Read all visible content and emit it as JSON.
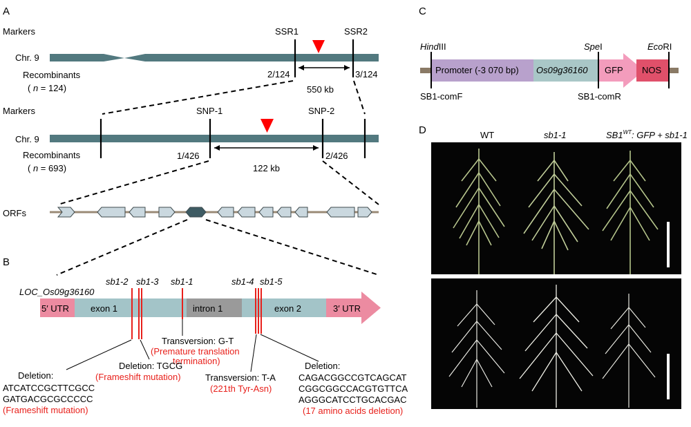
{
  "panels": {
    "a": "A",
    "b": "B",
    "c": "C",
    "d": "D"
  },
  "panel_a": {
    "markers_label": "Markers",
    "chr_label": "Chr. 9",
    "recombinants_label": "Recombinants",
    "n_prefix": "( ",
    "n_italic": "n",
    "n1_suffix": " = 124)",
    "n2_suffix": " = 693)",
    "ssr1": "SSR1",
    "ssr2": "SSR2",
    "ssr1_count": "2/124",
    "ssr2_count": "3/124",
    "dist1": "550 kb",
    "snp1": "SNP-1",
    "snp2": "SNP-2",
    "snp1_count": "1/426",
    "snp2_count": "2/426",
    "dist2": "122 kb",
    "orfs_label": "ORFs"
  },
  "panel_b": {
    "gene_name": "LOC_Os09g36160",
    "utr5": "5′ UTR",
    "exon1": "exon 1",
    "intron1": "intron 1",
    "exon2": "exon 2",
    "utr3": "3′ UTR",
    "alleles": [
      "sb1-2",
      "sb1-3",
      "sb1-1",
      "sb1-4",
      "sb1-5"
    ],
    "m1_title": "Deletion:",
    "m1_seq1": "ATCATCCGCTTCGCC",
    "m1_seq2": "GATGACGCGCCCCC",
    "m1_effect": "(Frameshift mutation)",
    "m2_title": "Deletion: TGCG",
    "m2_effect": "(Frameshift mutation)",
    "m3_title": "Transversion: G-T",
    "m3_effect1": "(Premature translation",
    "m3_effect2": "termination)",
    "m4_title": "Transversion: T-A",
    "m4_effect": "(221th Tyr-Asn)",
    "m5_title": "Deletion:",
    "m5_seq1": "CAGACGGCCGTCAGCAT",
    "m5_seq2": "CGGCGGCCACGTGTTCA",
    "m5_seq3": "AGGGCATCCTGCACGAC",
    "m5_effect": "(17 amino acids deletion)"
  },
  "panel_c": {
    "hind_italic": "Hind",
    "hind_rest": "III",
    "spe_italic": "Spe",
    "spe_rest": "I",
    "eco_italic": "Eco",
    "eco_rest": "RI",
    "promoter": "Promoter (-3 070 bp)",
    "gene": "Os09g36160",
    "gfp": "GFP",
    "nos": "NOS",
    "primer_f": "SB1-comF",
    "primer_r": "SB1-comR"
  },
  "panel_d": {
    "wt": "WT",
    "mutant": "sb1-1",
    "comp_sb1": "SB1",
    "comp_wt": "WT",
    "comp_rest": ": GFP + sb1-1"
  },
  "colors": {
    "chromosome": "#52797f",
    "utr": "#ec8ba1",
    "exon": "#a3c4c8",
    "intron": "#9a9a9a",
    "promoter": "#b8a1cc",
    "gene_box": "#a9c7c7",
    "gfp": "#f39cbc",
    "nos": "#e0506a",
    "mutation": "#e8201b",
    "marker_arrow": "#ff0000",
    "orf": "#cad8df",
    "orf_target": "#3e5b63"
  }
}
